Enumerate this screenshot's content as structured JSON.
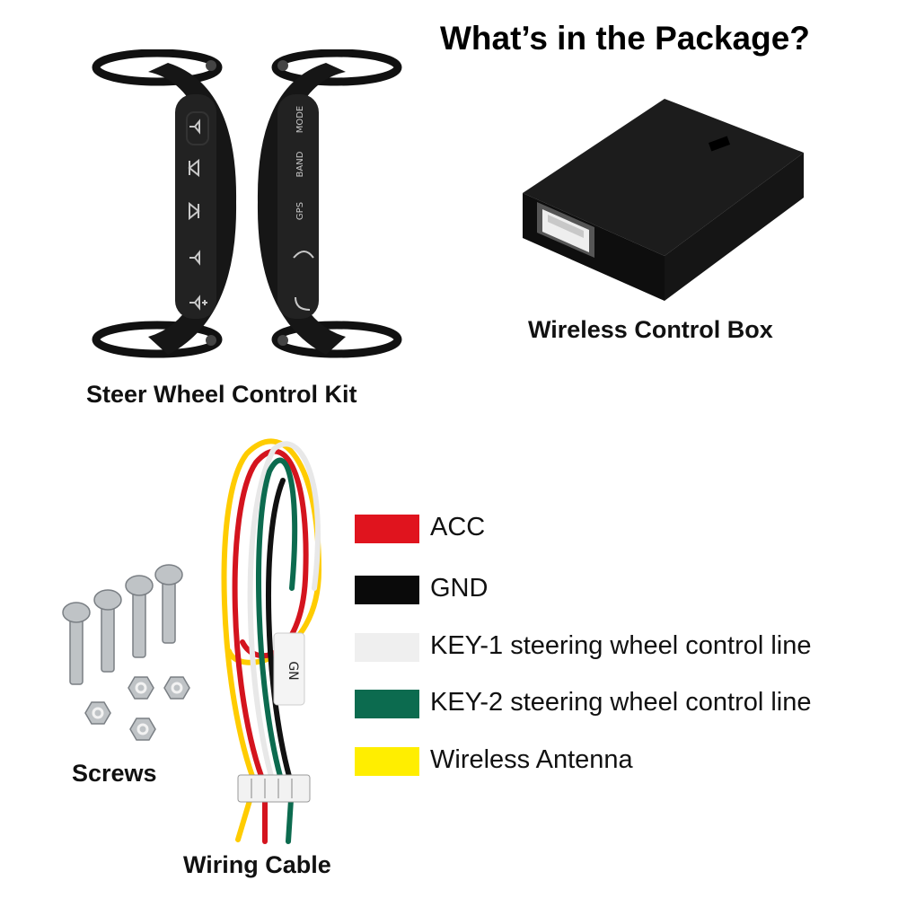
{
  "title": "What’s in the Package?",
  "items": {
    "steering_kit": {
      "caption": "Steer Wheel Control Kit",
      "left_unit_icons": [
        "mute-icon",
        "previous-track-icon",
        "next-track-icon",
        "volume-down-icon",
        "volume-up-icon"
      ],
      "right_unit_labels": [
        "MODE",
        "BAND",
        "GPS"
      ],
      "right_unit_icons": [
        "hang-up-icon",
        "answer-call-icon"
      ]
    },
    "control_box": {
      "caption": "Wireless Control Box"
    },
    "screws": {
      "caption": "Screws"
    },
    "cable": {
      "caption": "Wiring Cable",
      "tag_text": "GN"
    }
  },
  "legend": [
    {
      "color": "#e0141e",
      "label": "ACC"
    },
    {
      "color": "#0a0a0a",
      "label": "GND"
    },
    {
      "color": "#efefef",
      "label": "KEY-1 steering wheel control line"
    },
    {
      "color": "#0c6b4f",
      "label": "KEY-2 steering wheel control line"
    },
    {
      "color": "#ffee00",
      "label": "Wireless Antenna"
    }
  ]
}
